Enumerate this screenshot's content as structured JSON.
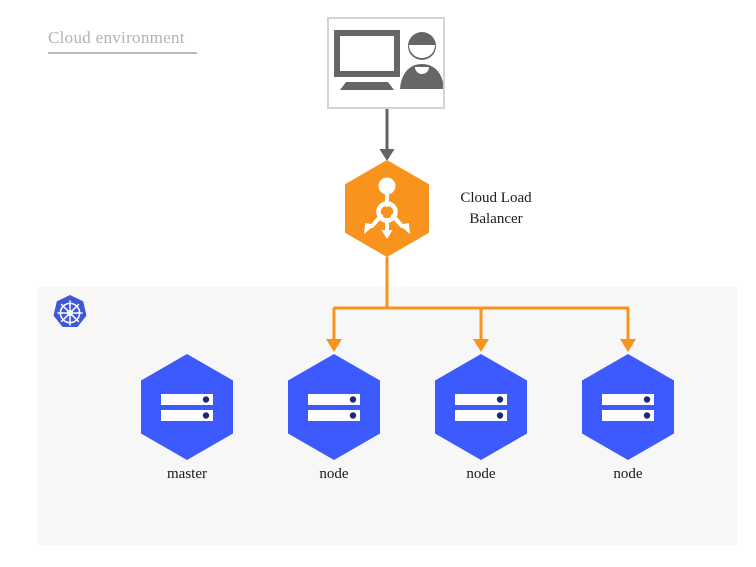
{
  "diagram": {
    "title": "Cloud environment",
    "colors": {
      "load_balancer": "#f8941d",
      "node": "#3d5afe",
      "kubernetes": "#3f57d8",
      "client_icon": "#666666",
      "client_box_border": "#d4d4d4",
      "panel_background": "#f7f7f8",
      "arrow_gray": "#636363",
      "title_gray": "#b3b3b3"
    },
    "client": {
      "name": "client-workstation",
      "icons": [
        "monitor-icon",
        "user-icon"
      ]
    },
    "load_balancer": {
      "label": "Cloud Load Balancer",
      "label_line1": "Cloud Load",
      "label_line2": "Balancer",
      "icon": "load-balancer-distribute-icon",
      "shape": "hexagon"
    },
    "cluster": {
      "badge_icon": "kubernetes-logo-icon",
      "nodes": [
        {
          "label": "master",
          "icon": "server-rack-icon",
          "shape": "hexagon",
          "has_incoming_arrow": false
        },
        {
          "label": "node",
          "icon": "server-rack-icon",
          "shape": "hexagon",
          "has_incoming_arrow": true
        },
        {
          "label": "node",
          "icon": "server-rack-icon",
          "shape": "hexagon",
          "has_incoming_arrow": true
        },
        {
          "label": "node",
          "icon": "server-rack-icon",
          "shape": "hexagon",
          "has_incoming_arrow": true
        }
      ]
    },
    "connections": [
      {
        "from": "client-workstation",
        "to": "load-balancer",
        "color": "#636363",
        "style": "arrow"
      },
      {
        "from": "load-balancer",
        "to": "node-1",
        "color": "#f8941d",
        "style": "arrow"
      },
      {
        "from": "load-balancer",
        "to": "node-2",
        "color": "#f8941d",
        "style": "arrow"
      },
      {
        "from": "load-balancer",
        "to": "node-3",
        "color": "#f8941d",
        "style": "arrow"
      }
    ]
  }
}
